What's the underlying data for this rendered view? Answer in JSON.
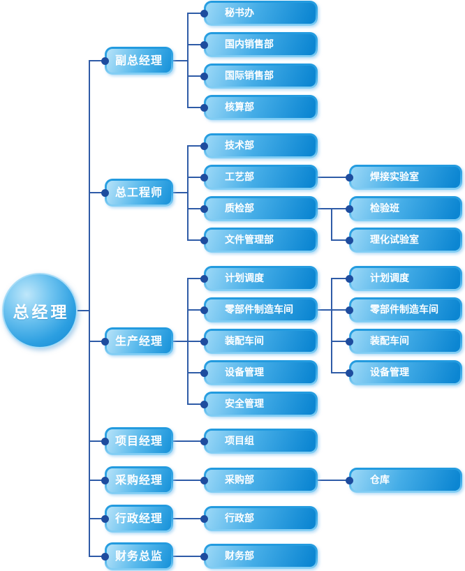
{
  "diagram_type": "org-chart",
  "hierarchy": {
    "label": "总经理",
    "children": [
      {
        "label": "副总经理",
        "children": [
          {
            "label": "秘书办"
          },
          {
            "label": "国内销售部"
          },
          {
            "label": "国际销售部"
          },
          {
            "label": "核算部"
          }
        ]
      },
      {
        "label": "总工程师",
        "children": [
          {
            "label": "技术部"
          },
          {
            "label": "工艺部",
            "children": [
              {
                "label": "焊接实验室"
              }
            ]
          },
          {
            "label": "质检部",
            "children": [
              {
                "label": "检验班"
              },
              {
                "label": "理化试验室"
              }
            ]
          },
          {
            "label": "文件管理部"
          }
        ]
      },
      {
        "label": "生产经理",
        "children": [
          {
            "label": "计划调度"
          },
          {
            "label": "零部件制造车间",
            "children": [
              {
                "label": "计划调度"
              },
              {
                "label": "零部件制造车间"
              },
              {
                "label": "装配车间"
              },
              {
                "label": "设备管理"
              }
            ]
          },
          {
            "label": "装配车间"
          },
          {
            "label": "设备管理"
          },
          {
            "label": "安全管理"
          }
        ]
      },
      {
        "label": "项目经理",
        "children": [
          {
            "label": "项目组"
          }
        ]
      },
      {
        "label": "采购经理",
        "children": [
          {
            "label": "采购部",
            "children": [
              {
                "label": "仓库"
              }
            ]
          }
        ]
      },
      {
        "label": "行政经理",
        "children": [
          {
            "label": "行政部"
          }
        ]
      },
      {
        "label": "财务总监",
        "children": [
          {
            "label": "财务部"
          }
        ]
      }
    ]
  },
  "colors": {
    "node_fill_light": "#9BD8F7",
    "node_fill_dark": "#0C86D2",
    "node_border": "#2E9FDF",
    "connector_line": "#2E5BA7",
    "connector_dot": "#1E4C9E",
    "text": "#FFFFFF",
    "background": "#FFFFFF"
  }
}
